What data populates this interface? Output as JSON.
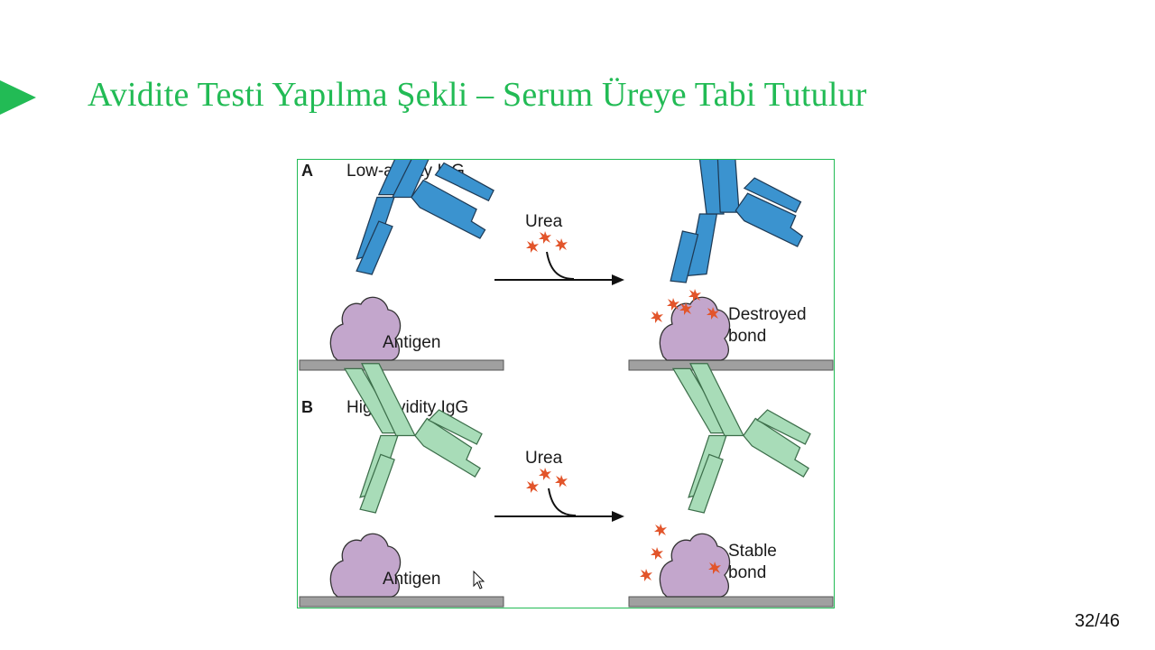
{
  "slide": {
    "title": "Avidite Testi Yapılma Şekli – Serum Üreye Tabi Tutulur",
    "page_number": "32/46"
  },
  "figure": {
    "panel_a": {
      "letter": "A",
      "heading": "Low-avidity IgG",
      "reagent": "Urea",
      "antigen": "Antigen",
      "result_line1": "Destroyed",
      "result_line2": "bond"
    },
    "panel_b": {
      "letter": "B",
      "heading": "High-avidity IgG",
      "reagent": "Urea",
      "antigen": "Antigen",
      "result_line1": "Stable",
      "result_line2": "bond"
    }
  },
  "colors": {
    "title_green": "#22bb55",
    "low_avidity_antibody": "#3b93cf",
    "high_avidity_antibody": "#a8dcb8",
    "antigen": "#c3a6cc",
    "urea_star": "#e2552b",
    "surface": "#a0a0a0"
  },
  "icons": {
    "bullet": "triangle-right-icon",
    "cursor": "mouse-pointer-icon"
  }
}
